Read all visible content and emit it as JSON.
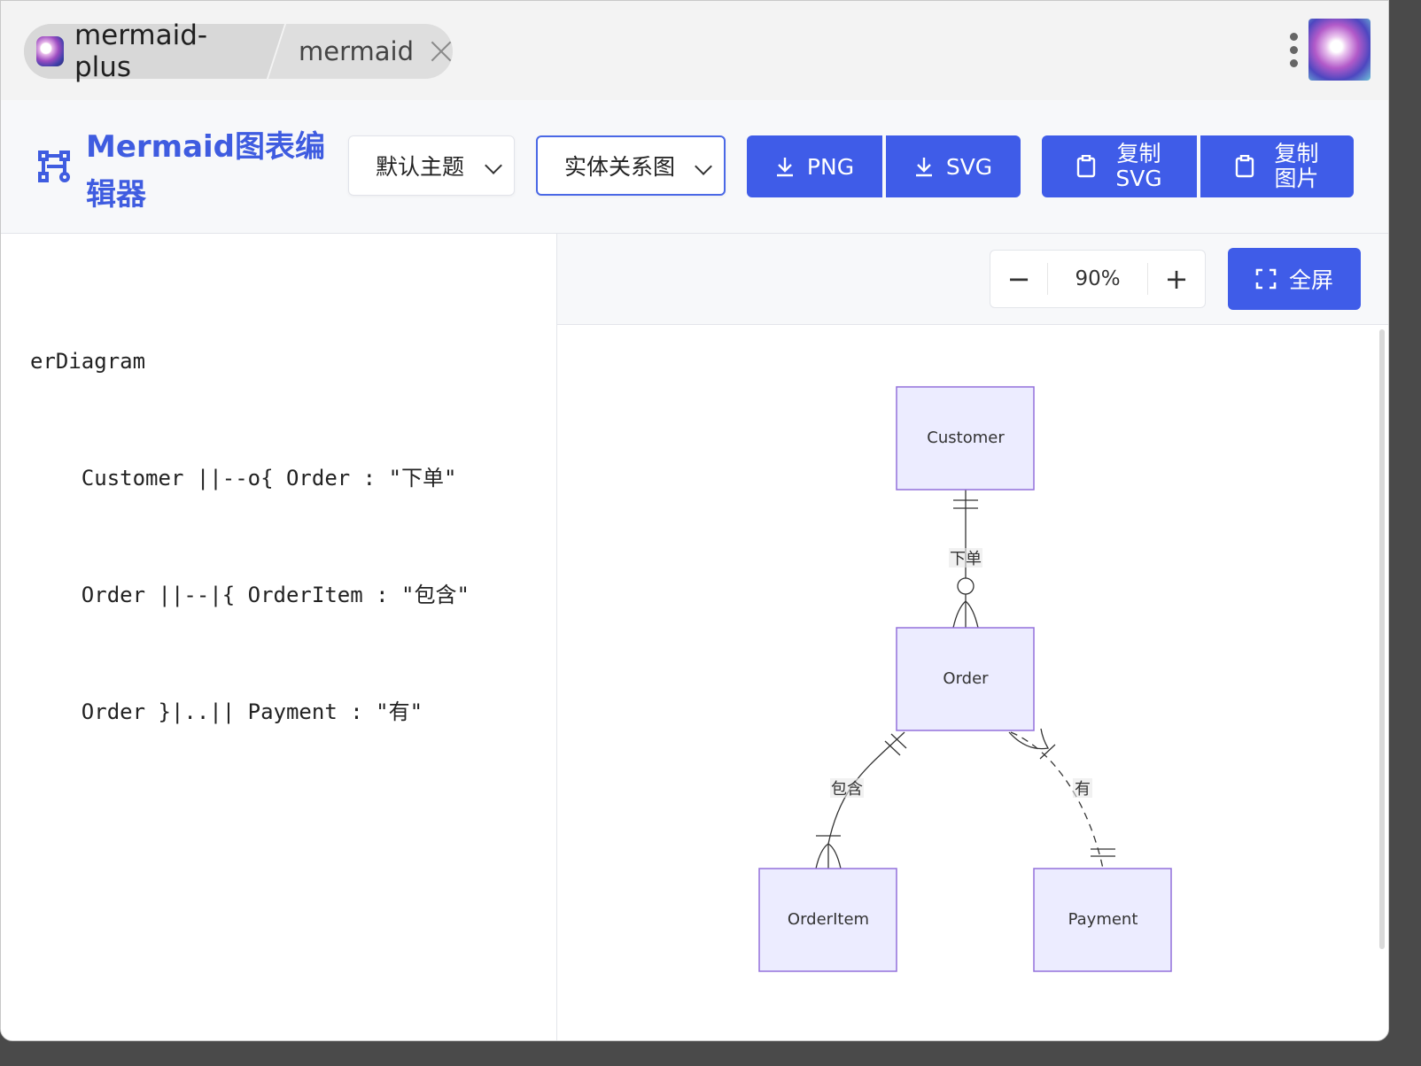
{
  "tabs": [
    {
      "label": "mermaid-plus",
      "active": true
    },
    {
      "label": "mermaid",
      "closable": true
    }
  ],
  "toolbar": {
    "title": "Mermaid图表编辑器",
    "theme_select": {
      "value": "默认主题"
    },
    "type_select": {
      "value": "实体关系图"
    },
    "btn_png": "PNG",
    "btn_svg": "SVG",
    "btn_copy_svg": {
      "line1": "复制",
      "line2": "SVG"
    },
    "btn_copy_img": {
      "line1": "复制",
      "line2": "图片"
    }
  },
  "editor": {
    "lines": [
      "erDiagram",
      "    Customer ||--o{ Order : \"下单\"",
      "    Order ||--|{ OrderItem : \"包含\"",
      "    Order }|..|| Payment : \"有\""
    ]
  },
  "preview": {
    "zoom_minus": "−",
    "zoom_value": "90%",
    "zoom_plus": "+",
    "fullscreen": "全屏"
  },
  "diagram": {
    "entities": [
      "Customer",
      "Order",
      "OrderItem",
      "Payment"
    ],
    "relations": [
      {
        "from": "Customer",
        "to": "Order",
        "label": "下单"
      },
      {
        "from": "Order",
        "to": "OrderItem",
        "label": "包含"
      },
      {
        "from": "Order",
        "to": "Payment",
        "label": "有"
      }
    ],
    "colors": {
      "fill": "#ececff",
      "stroke": "#9370db",
      "line": "#333333",
      "label_bg": "#e8e8e8"
    }
  },
  "colors": {
    "accent": "#3f5ce8"
  }
}
